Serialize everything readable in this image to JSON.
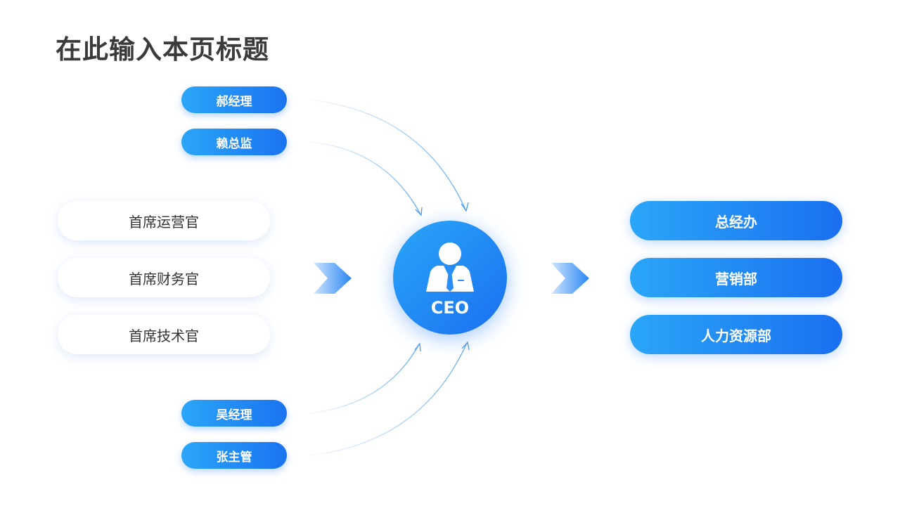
{
  "page": {
    "title": "在此输入本页标题"
  },
  "center": {
    "label": "CEO",
    "icon": "businessman-icon"
  },
  "top_managers": [
    {
      "label": "郝经理"
    },
    {
      "label": "赖总监"
    }
  ],
  "executives": [
    {
      "label": "首席运营官"
    },
    {
      "label": "首席财务官"
    },
    {
      "label": "首席技术官"
    }
  ],
  "bottom_managers": [
    {
      "label": "吴经理"
    },
    {
      "label": "张主管"
    }
  ],
  "departments": [
    {
      "label": "总经办"
    },
    {
      "label": "营销部"
    },
    {
      "label": "人力资源部"
    }
  ],
  "colors": {
    "accent_light": "#2aa6f8",
    "accent_dark": "#1a6ff0",
    "title": "#3a3a3a",
    "text": "#333333"
  }
}
